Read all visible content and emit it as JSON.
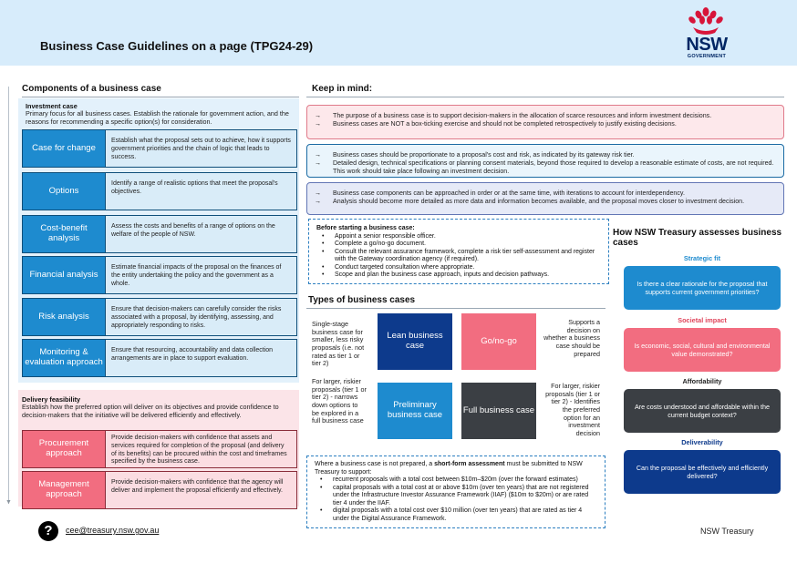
{
  "header": {
    "title": "Business Case Guidelines on a page (TPG24-29)",
    "logo_text": "NSW",
    "logo_subtext": "GOVERNMENT"
  },
  "components": {
    "heading": "Components of a business case",
    "investment_case": {
      "title": "Investment case",
      "description": "Primary focus for all business cases. Establish the rationale for government action, and the reasons for recommending a specific option(s) for consideration."
    },
    "rows": [
      {
        "label": "Case for change",
        "text": "Establish what the proposal sets out to achieve, how it supports government priorities and the chain of logic that leads to success."
      },
      {
        "label": "Options",
        "text": "Identify a range of realistic options that meet the proposal's objectives."
      },
      {
        "label": "Cost-benefit analysis",
        "text": "Assess the costs and benefits of a range of options on the welfare of the people of NSW."
      },
      {
        "label": "Financial analysis",
        "text": "Estimate financial impacts of the proposal on the finances of the entity undertaking the policy and the government as a whole."
      },
      {
        "label": "Risk analysis",
        "text": "Ensure that decision-makers can carefully consider the risks associated with a proposal, by identifying, assessing, and appropriately responding to risks."
      },
      {
        "label": "Monitoring & evaluation approach",
        "text": "Ensure that resourcing, accountability and data collection arrangements are in place to support evaluation."
      }
    ],
    "delivery_feasibility": {
      "title": "Delivery feasibility",
      "description": "Establish how the preferred option will deliver on its objectives and provide confidence to decision-makers that the initiative will be delivered efficiently and effectively."
    },
    "delivery_rows": [
      {
        "label": "Procurement approach",
        "text": "Provide decision-makers with confidence that assets and services required for completion of the proposal (and delivery of its benefits) can be procured within the cost and timeframes specified by the business case."
      },
      {
        "label": "Management approach",
        "text": "Provide decision-makers with confidence that the agency will deliver and implement the proposal efficiently and effectively."
      }
    ]
  },
  "keep_in_mind": {
    "heading": "Keep in mind:",
    "arrow": "→",
    "groups": [
      [
        "The purpose of a business case is to support decision-makers in the allocation of scarce resources and inform investment decisions.",
        "Business cases are NOT a box-ticking exercise and should not be completed retrospectively to justify existing decisions."
      ],
      [
        "Business cases should be proportionate to a proposal's cost and risk, as indicated by its gateway risk tier.",
        "Detailed design, technical specifications or planning consent materials, beyond those required to develop a reasonable estimate of costs, are not required. This work should take place following an investment decision."
      ],
      [
        "Business case components can be approached in order or at the same time, with iterations to account for interdependency.",
        "Analysis should become more detailed as more data and information becomes available, and the proposal moves closer to investment decision."
      ]
    ]
  },
  "before_starting": {
    "title": "Before starting a business case:",
    "bullet": "•",
    "items": [
      "Appoint a senior responsible officer.",
      "Complete a go/no-go document.",
      "Consult the relevant assurance framework, complete a risk tier self-assessment and register with the Gateway coordination agency (if required).",
      "Conduct targeted consultation where appropriate.",
      "Scope and plan the business case approach, inputs and decision pathways."
    ]
  },
  "types": {
    "heading": "Types of business cases",
    "lean": {
      "label": "Lean business case",
      "side": "Single-stage business case for smaller, less risky proposals (i.e. not rated as tier 1 or tier 2)"
    },
    "gonogo": {
      "label": "Go/no-go",
      "side": "Supports a decision on whether a business case should be prepared"
    },
    "preliminary": {
      "label": "Preliminary business case",
      "side": "For larger, riskier proposals (tier 1 or tier 2) - narrows down options to be explored in a full business case"
    },
    "full": {
      "label": "Full business case",
      "side": "For larger, riskier proposals (tier 1 or tier 2) - Identifies the preferred option for an investment decision"
    }
  },
  "short_form": {
    "intro_before": "Where a business case is not prepared, a ",
    "intro_bold": "short-form assessment",
    "intro_after": " must be submitted to NSW Treasury to support:",
    "items": [
      "recurrent proposals with a total cost between $10m–$20m (over the forward estimates)",
      "capital proposals with a total cost at or above $10m (over ten years) that are not registered under the Infrastructure Investor Assurance Framework (IIAF) ($10m to $20m) or are rated tier 4 under the IIAF.",
      "digital proposals with a total cost over $10 million (over ten years) that are rated as tier 4 under the Digital Assurance Framework."
    ]
  },
  "treasury": {
    "heading": "How NSW Treasury assesses business cases",
    "criteria": [
      {
        "category": "Strategic fit",
        "question": "Is there a clear rationale for the proposal that supports current government priorities?",
        "color": "#1e8bcf",
        "cat_color": "#1e8bcf"
      },
      {
        "category": "Societal impact",
        "question": "Is economic, social, cultural and environmental value demonstrated?",
        "color": "#f26d80",
        "cat_color": "#e0465c"
      },
      {
        "category": "Affordability",
        "question": "Are costs understood and affordable within the current budget context?",
        "color": "#3b3f44",
        "cat_color": "#222222"
      },
      {
        "category": "Deliverability",
        "question": "Can the proposal be effectively and efficiently delivered?",
        "color": "#0d3a8c",
        "cat_color": "#0d3a8c"
      }
    ]
  },
  "footer": {
    "help_icon": "?",
    "email": "cee@treasury.nsw.gov.au",
    "organisation": "NSW Treasury"
  },
  "colors": {
    "header_bg": "#d7ecfb",
    "blue": "#1e8bcf",
    "pink": "#f26d80",
    "navy": "#002664",
    "waratah_red": "#d7153a"
  }
}
